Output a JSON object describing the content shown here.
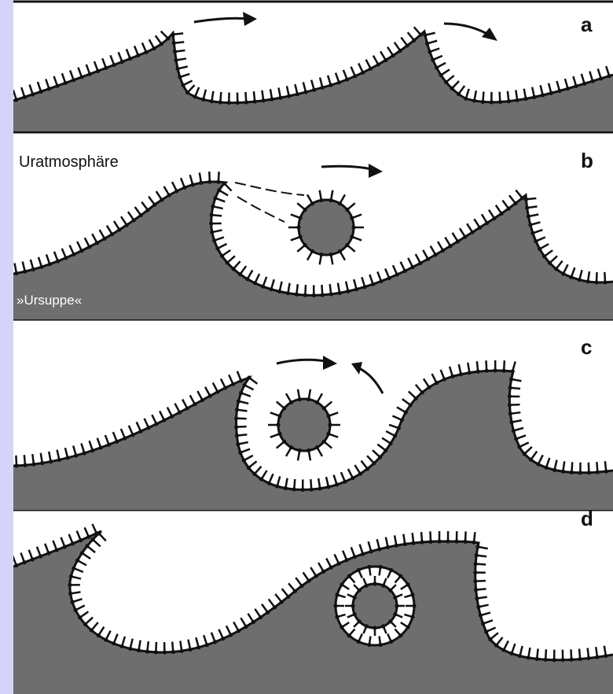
{
  "figure": {
    "panels": [
      {
        "letter": "a"
      },
      {
        "letter": "b"
      },
      {
        "letter": "c"
      },
      {
        "letter": "d"
      }
    ],
    "labels": {
      "atmosphere": "Uratmosphäre",
      "soup": "»Ursuppe«"
    },
    "colors": {
      "background": "#d4d4fa",
      "liquid": "#6e6e6e",
      "line": "#111111",
      "paper": "#ffffff"
    }
  }
}
